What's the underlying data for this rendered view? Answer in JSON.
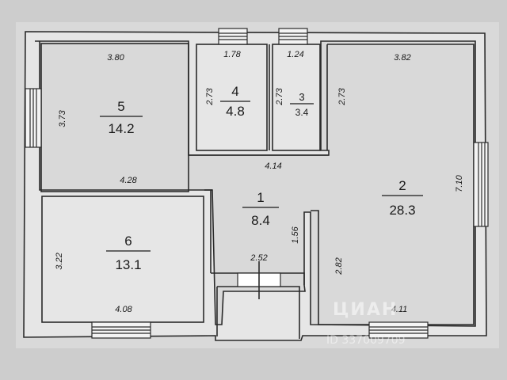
{
  "rooms": [
    {
      "number": "5",
      "area": "14.2"
    },
    {
      "number": "4",
      "area": "4.8"
    },
    {
      "number": "3",
      "area": "3.4"
    },
    {
      "number": "2",
      "area": "28.3"
    },
    {
      "number": "1",
      "area": "8.4"
    },
    {
      "number": "6",
      "area": "13.1"
    }
  ],
  "dimensions": {
    "room5_top": "3.80",
    "room5_side": "3.73",
    "room4_top": "1.78",
    "room4_side": "2.73",
    "room3_top": "1.24",
    "room3_side": "2.73",
    "room2_top": "3.82",
    "room2_left": "2.73",
    "room2_right": "7.10",
    "room2_bottom_left": "2.82",
    "room2_bottom": "4.11",
    "corridor_top": "4.14",
    "room6_top": "4.28",
    "room6_side": "3.22",
    "room6_bottom": "4.08",
    "hall_bottom": "2.52",
    "hall_side": "1.56"
  },
  "watermark": {
    "brand": "ЦИАН",
    "id": "ID 337009709"
  }
}
